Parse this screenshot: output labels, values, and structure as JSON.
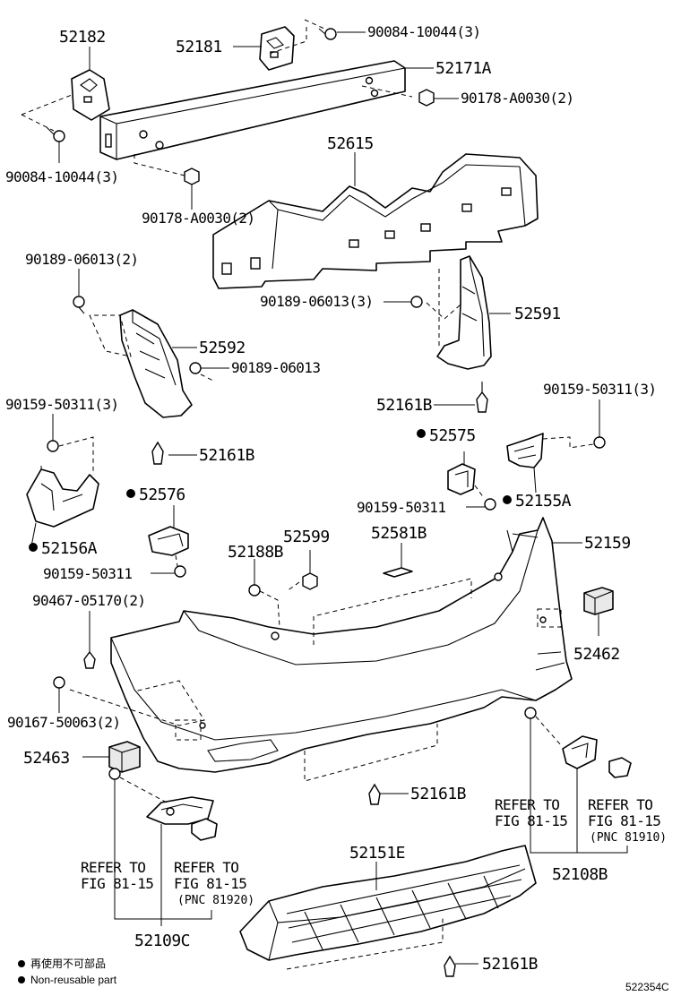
{
  "labels": {
    "p52182": "52182",
    "p52181": "52181",
    "p90084_top": "90084-10044(3)",
    "p52171A": "52171A",
    "p90178_right": "90178-A0030(2)",
    "p90084_left": "90084-10044(3)",
    "p52615": "52615",
    "p90178_left": "90178-A0030(2)",
    "p90189_left": "90189-06013(2)",
    "p90189_center": "90189-06013(3)",
    "p52591": "52591",
    "p52592": "52592",
    "p90189_single": "90189-06013",
    "p90159_left": "90159-50311(3)",
    "p52161B_upper_right": "52161B",
    "p90159_right": "90159-50311(3)",
    "p52575": "52575",
    "p52161B_left": "52161B",
    "p52576": "52576",
    "p90159_mid": "90159-50311",
    "p52155A": "52155A",
    "p52156A": "52156A",
    "p52599": "52599",
    "p52581B": "52581B",
    "p52159": "52159",
    "p52188B": "52188B",
    "p90159_lower": "90159-50311",
    "p90467": "90467-05170(2)",
    "p52462": "52462",
    "p90167": "90167-50063(2)",
    "p52463": "52463",
    "p52161B_center": "52161B",
    "p52108B": "52108B",
    "p52151E": "52151E",
    "p52109C": "52109C",
    "p52161B_bottom": "52161B"
  },
  "references": {
    "right_a_line1": "REFER TO",
    "right_a_line2": "FIG 81-15",
    "right_b_line1": "REFER TO",
    "right_b_line2": "FIG 81-15",
    "right_b_pnc": "(PNC 81910)",
    "left_a_line1": "REFER TO",
    "left_a_line2": "FIG 81-15",
    "left_b_line1": "REFER TO",
    "left_b_line2": "FIG 81-15",
    "left_b_pnc": "(PNC 81920)"
  },
  "legend": {
    "japanese": "再使用不可部品",
    "english": "Non-reusable part"
  },
  "figure_id": "522354C"
}
